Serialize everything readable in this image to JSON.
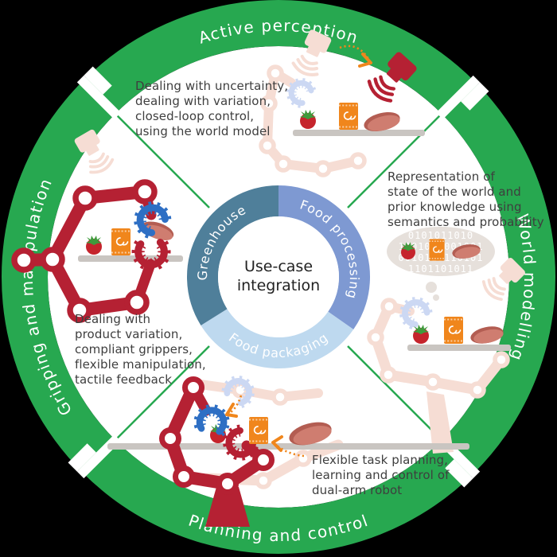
{
  "ring": {
    "color": "#27a850",
    "labels": {
      "top": "Active perception",
      "right": "World modelling",
      "bottom": "Planning and control",
      "left": "Gripping and manipulation"
    }
  },
  "donut": {
    "center_label": "Use-case\nintegration",
    "segments": [
      {
        "id": "food-processing",
        "label": "Food processing",
        "color": "#7e99d2",
        "start": 0,
        "end": 125
      },
      {
        "id": "food-packaging",
        "label": "Food packaging",
        "color": "#bed9ef",
        "start": 125,
        "end": 238
      },
      {
        "id": "greenhouse",
        "label": "Greenhouse",
        "color": "#4f7f9a",
        "start": 238,
        "end": 360
      }
    ]
  },
  "annotations": {
    "active_perception": "Dealing with uncertainty,\ndealing with variation,\nclosed-loop control,\nusing the world model",
    "world_modelling": "Representation of\nstate of the world and\nprior knowledge using\nsemantics and probability",
    "gripping_manipulation": "Dealing with\nproduct variation,\ncompliant grippers,\nflexible manipulation,\ntactile feedback",
    "planning_control": "Flexible task planning,\nlearning and control of\ndual-arm robot"
  },
  "thought_bubble": {
    "binary_rows": [
      "0101011010",
      "100101 001001",
      "0010110110101",
      "1101101011"
    ]
  },
  "palette": {
    "green": "#27a850",
    "red": "#b52133",
    "pale": "#f6ddd4",
    "blue": "#2e6fc4",
    "paleblue": "#ccd8f3",
    "orange": "#f0861c",
    "tomato": "#c5242c",
    "leaf": "#3f9b3c",
    "meat": "#cf7d70",
    "meatdark": "#b35d52",
    "shelf": "#c9c5c1",
    "bubble": "#e6e0db",
    "ink": "#3e3e3e"
  }
}
